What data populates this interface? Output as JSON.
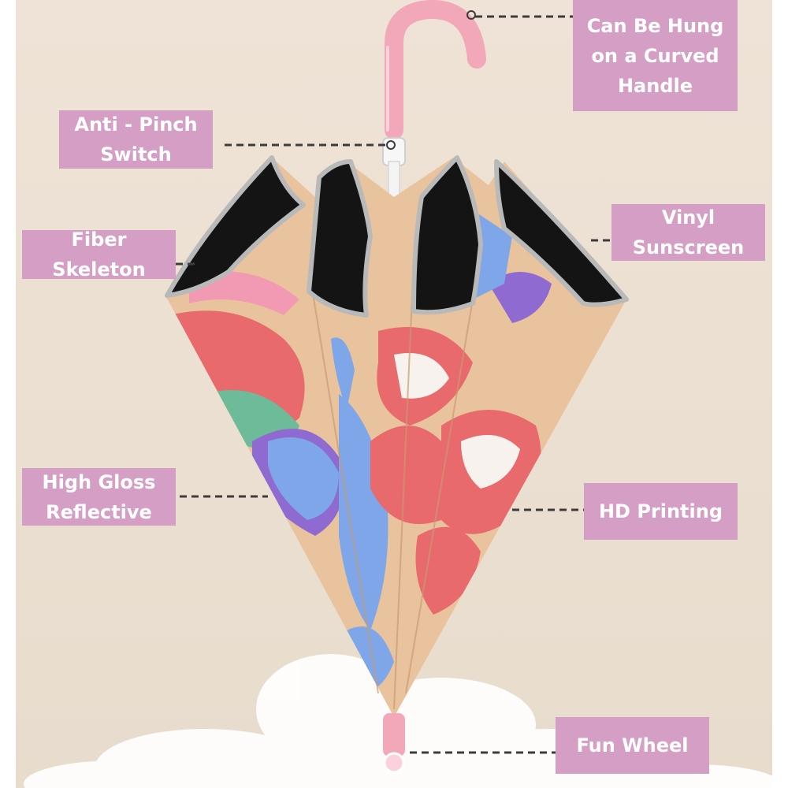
{
  "colors": {
    "background": "#ece0d3",
    "label_fill": "#d59fc5",
    "label_text": "#ffffff",
    "leader_line": "#3c3c3c",
    "handle": "#f2a8b8",
    "canopy_tan": "#e9c39e",
    "canopy_black": "#141414",
    "rim_silver": "#b9b9b9",
    "print_red": "#e96a6c",
    "print_blue": "#7ea6e8",
    "print_purple": "#8f6ad1",
    "print_green": "#6dbb99"
  },
  "icons": [
    "umbrella-illustration",
    "cloud-decoration"
  ],
  "callouts": {
    "handle": {
      "lines": [
        "Can Be Hung",
        "on a Curved",
        "Handle"
      ]
    },
    "pinch": {
      "lines": [
        "Anti - Pinch",
        "Switch"
      ]
    },
    "fiber": {
      "lines": [
        "Fiber Skeleton"
      ]
    },
    "vinyl": {
      "lines": [
        "Vinyl",
        "Sunscreen"
      ]
    },
    "gloss": {
      "lines": [
        "High Gloss",
        "Reflective"
      ]
    },
    "hd": {
      "lines": [
        "HD Printing"
      ]
    },
    "wheel": {
      "lines": [
        "Fun Wheel"
      ]
    }
  }
}
